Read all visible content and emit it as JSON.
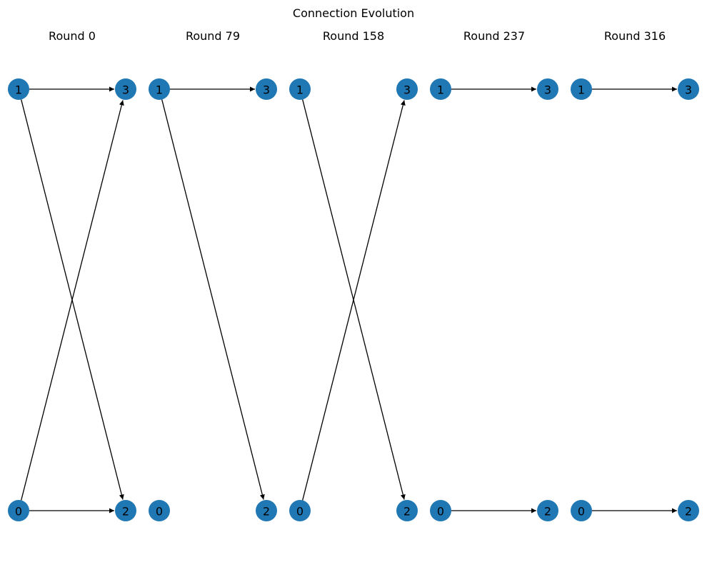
{
  "figure": {
    "title": "Connection Evolution"
  },
  "colors": {
    "node_fill": "#1f77b4",
    "edge": "#000000",
    "label": "#000000"
  },
  "panels": [
    {
      "title": "Round 0",
      "nodes": [
        "0",
        "1",
        "2",
        "3"
      ],
      "edges": [
        [
          "1",
          "3"
        ],
        [
          "1",
          "2"
        ],
        [
          "0",
          "3"
        ],
        [
          "0",
          "2"
        ]
      ]
    },
    {
      "title": "Round 79",
      "nodes": [
        "0",
        "1",
        "2",
        "3"
      ],
      "edges": [
        [
          "1",
          "3"
        ],
        [
          "1",
          "2"
        ]
      ]
    },
    {
      "title": "Round 158",
      "nodes": [
        "0",
        "1",
        "2",
        "3"
      ],
      "edges": [
        [
          "1",
          "2"
        ],
        [
          "0",
          "3"
        ]
      ]
    },
    {
      "title": "Round 237",
      "nodes": [
        "0",
        "1",
        "2",
        "3"
      ],
      "edges": [
        [
          "1",
          "3"
        ],
        [
          "0",
          "2"
        ]
      ]
    },
    {
      "title": "Round 316",
      "nodes": [
        "0",
        "1",
        "2",
        "3"
      ],
      "edges": [
        [
          "1",
          "3"
        ],
        [
          "0",
          "2"
        ]
      ]
    }
  ]
}
